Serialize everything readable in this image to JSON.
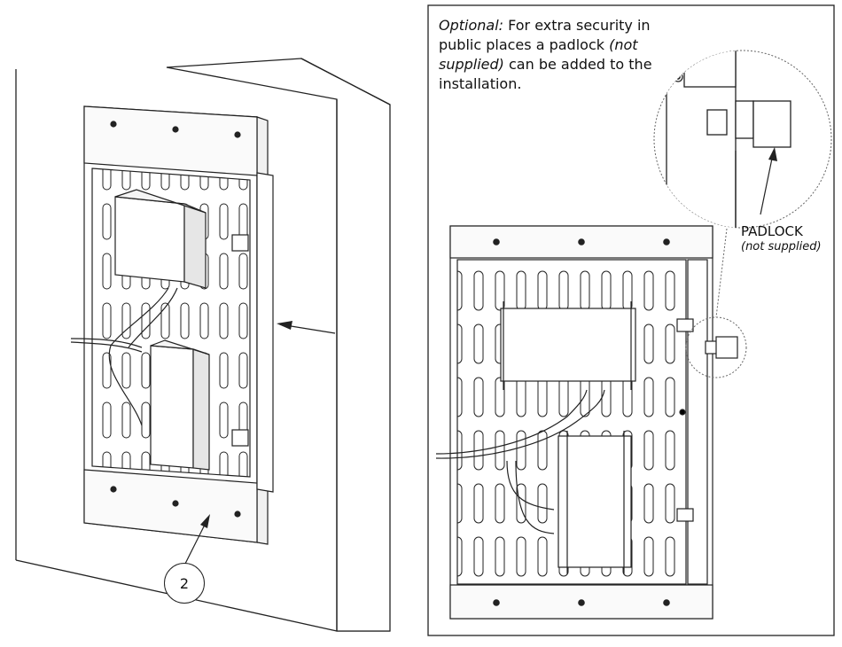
{
  "note": {
    "optional": "Optional:",
    "line1": " For extra security in public places a padlock ",
    "not_supplied": "(not supplied)",
    "line2": " can be added to the installation."
  },
  "callout": {
    "number": "2"
  },
  "padlock_label": {
    "title": "PADLOCK",
    "sub": "(not supplied)"
  }
}
